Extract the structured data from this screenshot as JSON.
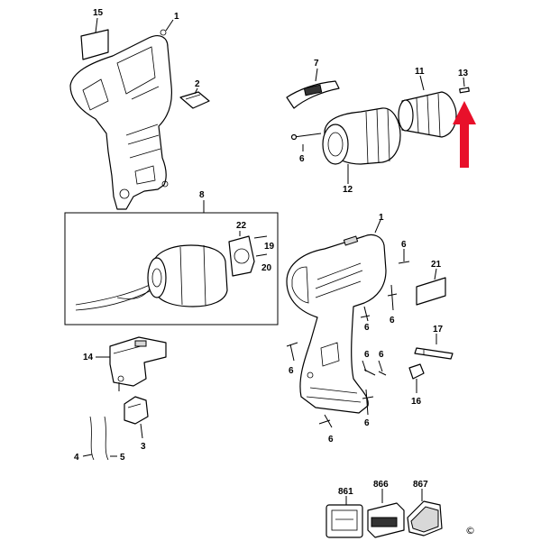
{
  "labels": {
    "p15": "15",
    "p1_top": "1",
    "p2": "2",
    "p7": "7",
    "p11": "11",
    "p13": "13",
    "p6_chuck": "6",
    "p12": "12",
    "p8": "8",
    "p22": "22",
    "p19": "19",
    "p20": "20",
    "p1_main": "1",
    "p6_a": "6",
    "p21": "21",
    "p6_b": "6",
    "p6_c": "6",
    "p6_d": "6",
    "p6_e": "6",
    "p6_f": "6",
    "p6_g": "6",
    "p17": "17",
    "p14": "14",
    "p16": "16",
    "p6_h": "6",
    "p3": "3",
    "p4": "4",
    "p5": "5",
    "p861": "861",
    "p866": "866",
    "p867": "867"
  },
  "copyright": "©",
  "colors": {
    "arrow": "#e8102a",
    "line": "#000000",
    "background": "#ffffff"
  }
}
